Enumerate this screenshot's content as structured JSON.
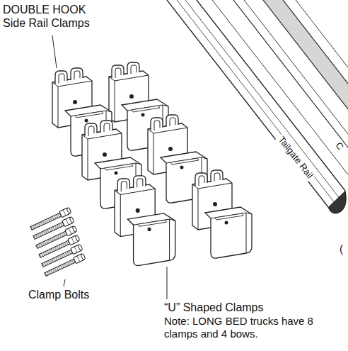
{
  "diagram": {
    "labels": [
      "DOUBLE HOOK Side Rail Clamps",
      "C",
      "Tailgate Rail",
      "(",
      "Clamp Bolts",
      "“U” Shaped Clamps",
      "Note: LONG BED trucks have 8 clamps and 4 bows."
    ]
  }
}
